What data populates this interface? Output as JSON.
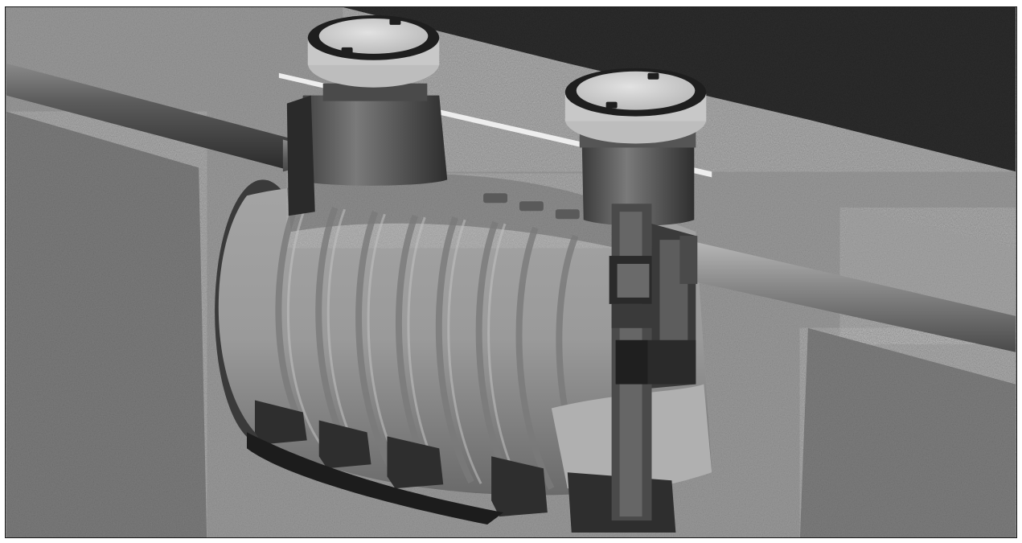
{
  "image": {
    "palette": {
      "asphalt": "#2b2b2b",
      "gravel_light": "#a9a9a9",
      "gravel_dark": "#7b7b7b",
      "tank_body": "#9c9c9c",
      "tank_dark": "#3a3a3a",
      "pipe": "#5a5a5a",
      "lid": "#d2d2d2",
      "lid_rim": "#1e1e1e"
    },
    "components": [
      "ground-gravel",
      "asphalt-surface",
      "inlet-pipe",
      "outlet-pipe",
      "tank",
      "access-lid-left",
      "access-lid-right",
      "riser-left",
      "riser-right",
      "internal-baffle",
      "support-feet"
    ]
  }
}
